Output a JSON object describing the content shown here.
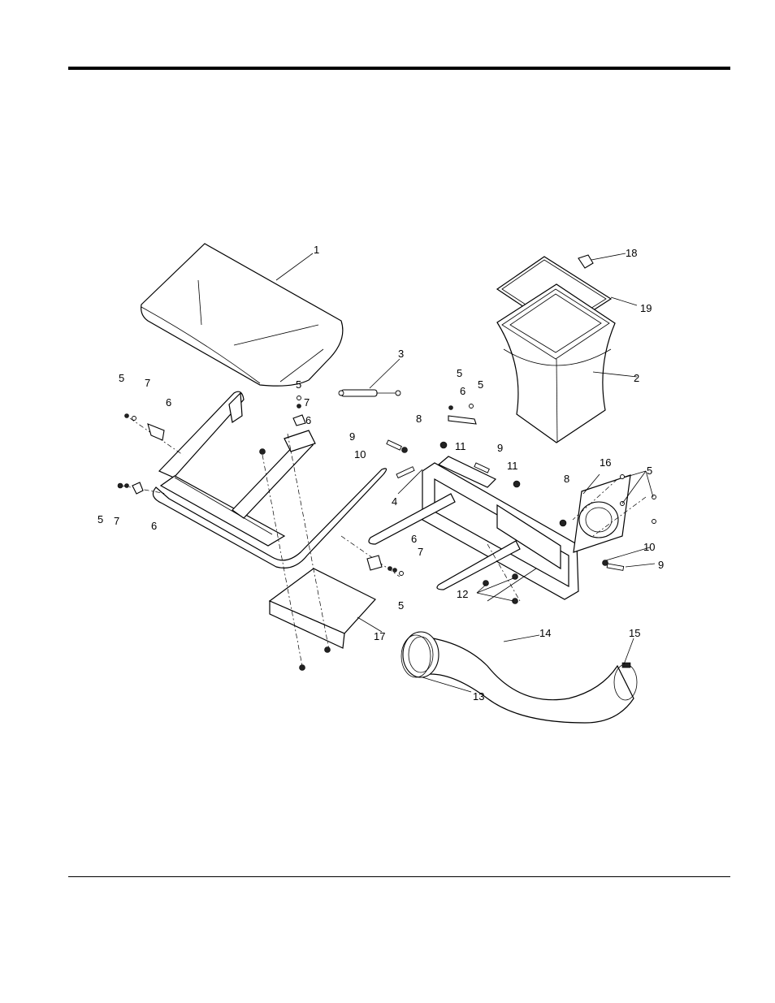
{
  "diagram": {
    "callouts": [
      {
        "id": "c1",
        "label": "1"
      },
      {
        "id": "c2",
        "label": "2"
      },
      {
        "id": "c3",
        "label": "3"
      },
      {
        "id": "c4",
        "label": "4"
      },
      {
        "id": "c5a",
        "label": "5"
      },
      {
        "id": "c5b",
        "label": "5"
      },
      {
        "id": "c5c",
        "label": "5"
      },
      {
        "id": "c5d",
        "label": "5"
      },
      {
        "id": "c5e",
        "label": "5"
      },
      {
        "id": "c5f",
        "label": "5"
      },
      {
        "id": "c5g",
        "label": "5"
      },
      {
        "id": "c6a",
        "label": "6"
      },
      {
        "id": "c6b",
        "label": "6"
      },
      {
        "id": "c6c",
        "label": "6"
      },
      {
        "id": "c6d",
        "label": "6"
      },
      {
        "id": "c6e",
        "label": "6"
      },
      {
        "id": "c7a",
        "label": "7"
      },
      {
        "id": "c7b",
        "label": "7"
      },
      {
        "id": "c7c",
        "label": "7"
      },
      {
        "id": "c7d",
        "label": "7"
      },
      {
        "id": "c8a",
        "label": "8"
      },
      {
        "id": "c8b",
        "label": "8"
      },
      {
        "id": "c9a",
        "label": "9"
      },
      {
        "id": "c9b",
        "label": "9"
      },
      {
        "id": "c9c",
        "label": "9"
      },
      {
        "id": "c10a",
        "label": "10"
      },
      {
        "id": "c10b",
        "label": "10"
      },
      {
        "id": "c11a",
        "label": "11"
      },
      {
        "id": "c11b",
        "label": "11"
      },
      {
        "id": "c12",
        "label": "12"
      },
      {
        "id": "c13",
        "label": "13"
      },
      {
        "id": "c14",
        "label": "14"
      },
      {
        "id": "c15",
        "label": "15"
      },
      {
        "id": "c16",
        "label": "16"
      },
      {
        "id": "c17",
        "label": "17"
      },
      {
        "id": "c18",
        "label": "18"
      },
      {
        "id": "c19",
        "label": "19"
      }
    ]
  }
}
